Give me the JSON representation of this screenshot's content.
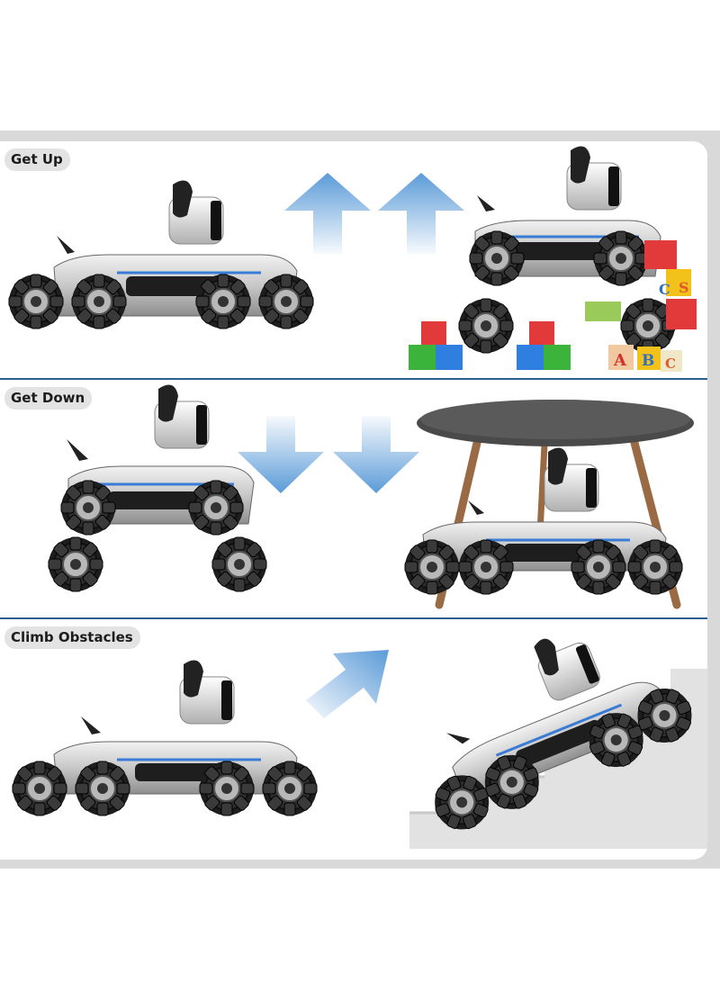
{
  "sections": [
    {
      "label": "Get Up"
    },
    {
      "label": "Get Down"
    },
    {
      "label": "Climb Obstacles"
    }
  ],
  "block_letters": [
    "C",
    "S",
    "A",
    "B",
    "C"
  ],
  "colors": {
    "divider": "#2d5f8e",
    "arrow_blue": "#5b9bd8",
    "table_top": "#5a5a5a",
    "table_legs": "#9a6a45",
    "stairs": "#e2e2e2"
  }
}
